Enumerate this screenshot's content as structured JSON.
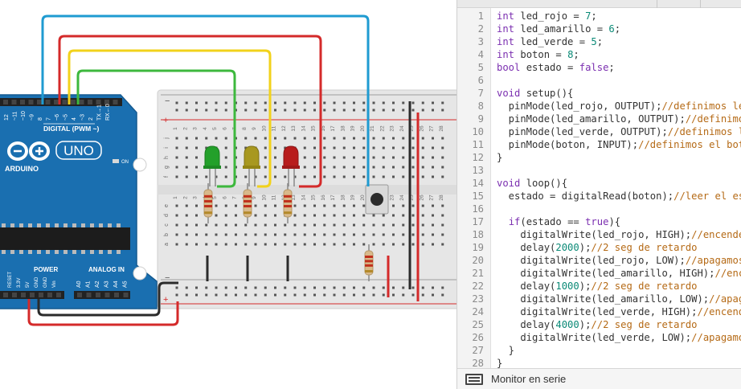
{
  "board": {
    "brand": "ARDUINO",
    "model": "UNO",
    "digital_label": "DIGITAL (PWM ~)",
    "power_label": "POWER",
    "analog_label": "ANALOG IN",
    "on_label": "ON",
    "pin_labels_top": [
      "12",
      "~11",
      "~10",
      "~9",
      "8",
      "7",
      "~6",
      "~5",
      "4",
      "~3",
      "2",
      "TX→1",
      "RX←0"
    ],
    "pin_labels_power": [
      "RESET",
      "3.3V",
      "5V",
      "GND",
      "GND",
      "Vin"
    ],
    "pin_labels_analog": [
      "A0",
      "A1",
      "A2",
      "A3",
      "A4",
      "A5"
    ]
  },
  "breadboard": {
    "row_letters_top": [
      "j",
      "i",
      "h",
      "g",
      "f"
    ],
    "row_letters_bottom": [
      "e",
      "d",
      "c",
      "b",
      "a"
    ],
    "column_numbers": [
      "1",
      "2",
      "3",
      "4",
      "5",
      "6",
      "7",
      "8",
      "9",
      "10",
      "11",
      "12",
      "13",
      "14",
      "15",
      "16",
      "17",
      "18",
      "19",
      "20",
      "21",
      "22",
      "23",
      "24",
      "25",
      "26",
      "27",
      "28"
    ]
  },
  "wire_colors": {
    "blue": "#1f9bd1",
    "red": "#d42a2a",
    "yellow": "#f2d21b",
    "green": "#3db83d",
    "black": "#2b2b2b"
  },
  "led_colors": {
    "green": "#23a02a",
    "yellow": "#a89820",
    "red": "#b81c1c"
  },
  "code": {
    "lines": [
      {
        "n": "1",
        "tokens": [
          {
            "t": "int",
            "c": "kw"
          },
          {
            "t": " led_rojo = ",
            "c": ""
          },
          {
            "t": "7",
            "c": "num"
          },
          {
            "t": ";",
            "c": ""
          }
        ]
      },
      {
        "n": "2",
        "tokens": [
          {
            "t": "int",
            "c": "kw"
          },
          {
            "t": " led_amarillo = ",
            "c": ""
          },
          {
            "t": "6",
            "c": "num"
          },
          {
            "t": ";",
            "c": ""
          }
        ]
      },
      {
        "n": "3",
        "tokens": [
          {
            "t": "int",
            "c": "kw"
          },
          {
            "t": " led_verde = ",
            "c": ""
          },
          {
            "t": "5",
            "c": "num"
          },
          {
            "t": ";",
            "c": ""
          }
        ]
      },
      {
        "n": "4",
        "tokens": [
          {
            "t": "int",
            "c": "kw"
          },
          {
            "t": " boton = ",
            "c": ""
          },
          {
            "t": "8",
            "c": "num"
          },
          {
            "t": ";",
            "c": ""
          }
        ]
      },
      {
        "n": "5",
        "tokens": [
          {
            "t": "bool",
            "c": "kw"
          },
          {
            "t": " estado = ",
            "c": ""
          },
          {
            "t": "false",
            "c": "bool"
          },
          {
            "t": ";",
            "c": ""
          }
        ]
      },
      {
        "n": "6",
        "tokens": []
      },
      {
        "n": "7",
        "tokens": [
          {
            "t": "void",
            "c": "kw"
          },
          {
            "t": " setup(){",
            "c": ""
          }
        ]
      },
      {
        "n": "8",
        "tokens": [
          {
            "t": "  pinMode(led_rojo, OUTPUT);",
            "c": ""
          },
          {
            "t": "//definimos led rojo como salida",
            "c": "cm"
          }
        ]
      },
      {
        "n": "9",
        "tokens": [
          {
            "t": "  pinMode(led_amarillo, OUTPUT);",
            "c": ""
          },
          {
            "t": "//definimos led amarillo como salida",
            "c": "cm"
          }
        ]
      },
      {
        "n": "10",
        "tokens": [
          {
            "t": "  pinMode(led_verde, OUTPUT);",
            "c": ""
          },
          {
            "t": "//definimos led verde como salida",
            "c": "cm"
          }
        ]
      },
      {
        "n": "11",
        "tokens": [
          {
            "t": "  pinMode(boton, INPUT);",
            "c": ""
          },
          {
            "t": "//definimos el boton como entrada",
            "c": "cm"
          }
        ]
      },
      {
        "n": "12",
        "tokens": [
          {
            "t": "}",
            "c": ""
          }
        ]
      },
      {
        "n": "13",
        "tokens": []
      },
      {
        "n": "14",
        "tokens": [
          {
            "t": "void",
            "c": "kw"
          },
          {
            "t": " loop(){",
            "c": ""
          }
        ]
      },
      {
        "n": "15",
        "tokens": [
          {
            "t": "  estado = digitalRead(boton);",
            "c": ""
          },
          {
            "t": "//leer el estado del boton",
            "c": "cm"
          }
        ]
      },
      {
        "n": "16",
        "tokens": []
      },
      {
        "n": "17",
        "tokens": [
          {
            "t": "  ",
            "c": ""
          },
          {
            "t": "if",
            "c": "kw"
          },
          {
            "t": "(estado == ",
            "c": ""
          },
          {
            "t": "true",
            "c": "bool"
          },
          {
            "t": "){",
            "c": ""
          }
        ]
      },
      {
        "n": "18",
        "tokens": [
          {
            "t": "    digitalWrite(led_rojo, HIGH);",
            "c": ""
          },
          {
            "t": "//encendemos el led rojo",
            "c": "cm"
          }
        ]
      },
      {
        "n": "19",
        "tokens": [
          {
            "t": "    delay(",
            "c": ""
          },
          {
            "t": "2000",
            "c": "num"
          },
          {
            "t": ");",
            "c": ""
          },
          {
            "t": "//2 seg de retardo",
            "c": "cm"
          }
        ]
      },
      {
        "n": "20",
        "tokens": [
          {
            "t": "    digitalWrite(led_rojo, LOW);",
            "c": ""
          },
          {
            "t": "//apagamos el led rojo",
            "c": "cm"
          }
        ]
      },
      {
        "n": "21",
        "tokens": [
          {
            "t": "    digitalWrite(led_amarillo, HIGH);",
            "c": ""
          },
          {
            "t": "//encendemos el led amarillo",
            "c": "cm"
          }
        ]
      },
      {
        "n": "22",
        "tokens": [
          {
            "t": "    delay(",
            "c": ""
          },
          {
            "t": "1000",
            "c": "num"
          },
          {
            "t": ");",
            "c": ""
          },
          {
            "t": "//2 seg de retardo",
            "c": "cm"
          }
        ]
      },
      {
        "n": "23",
        "tokens": [
          {
            "t": "    digitalWrite(led_amarillo, LOW);",
            "c": ""
          },
          {
            "t": "//apagamos el led amarillo",
            "c": "cm"
          }
        ]
      },
      {
        "n": "24",
        "tokens": [
          {
            "t": "    digitalWrite(led_verde, HIGH);",
            "c": ""
          },
          {
            "t": "//encendemos el led verde",
            "c": "cm"
          }
        ]
      },
      {
        "n": "25",
        "tokens": [
          {
            "t": "    delay(",
            "c": ""
          },
          {
            "t": "4000",
            "c": "num"
          },
          {
            "t": ");",
            "c": ""
          },
          {
            "t": "//2 seg de retardo",
            "c": "cm"
          }
        ]
      },
      {
        "n": "26",
        "tokens": [
          {
            "t": "    digitalWrite(led_verde, LOW);",
            "c": ""
          },
          {
            "t": "//apagamos el led verde",
            "c": "cm"
          }
        ]
      },
      {
        "n": "27",
        "tokens": [
          {
            "t": "  }",
            "c": ""
          }
        ]
      },
      {
        "n": "28",
        "tokens": [
          {
            "t": "}",
            "c": ""
          }
        ]
      }
    ]
  },
  "serial_monitor": {
    "label": "Monitor en serie",
    "icon": "serial-monitor-icon"
  }
}
